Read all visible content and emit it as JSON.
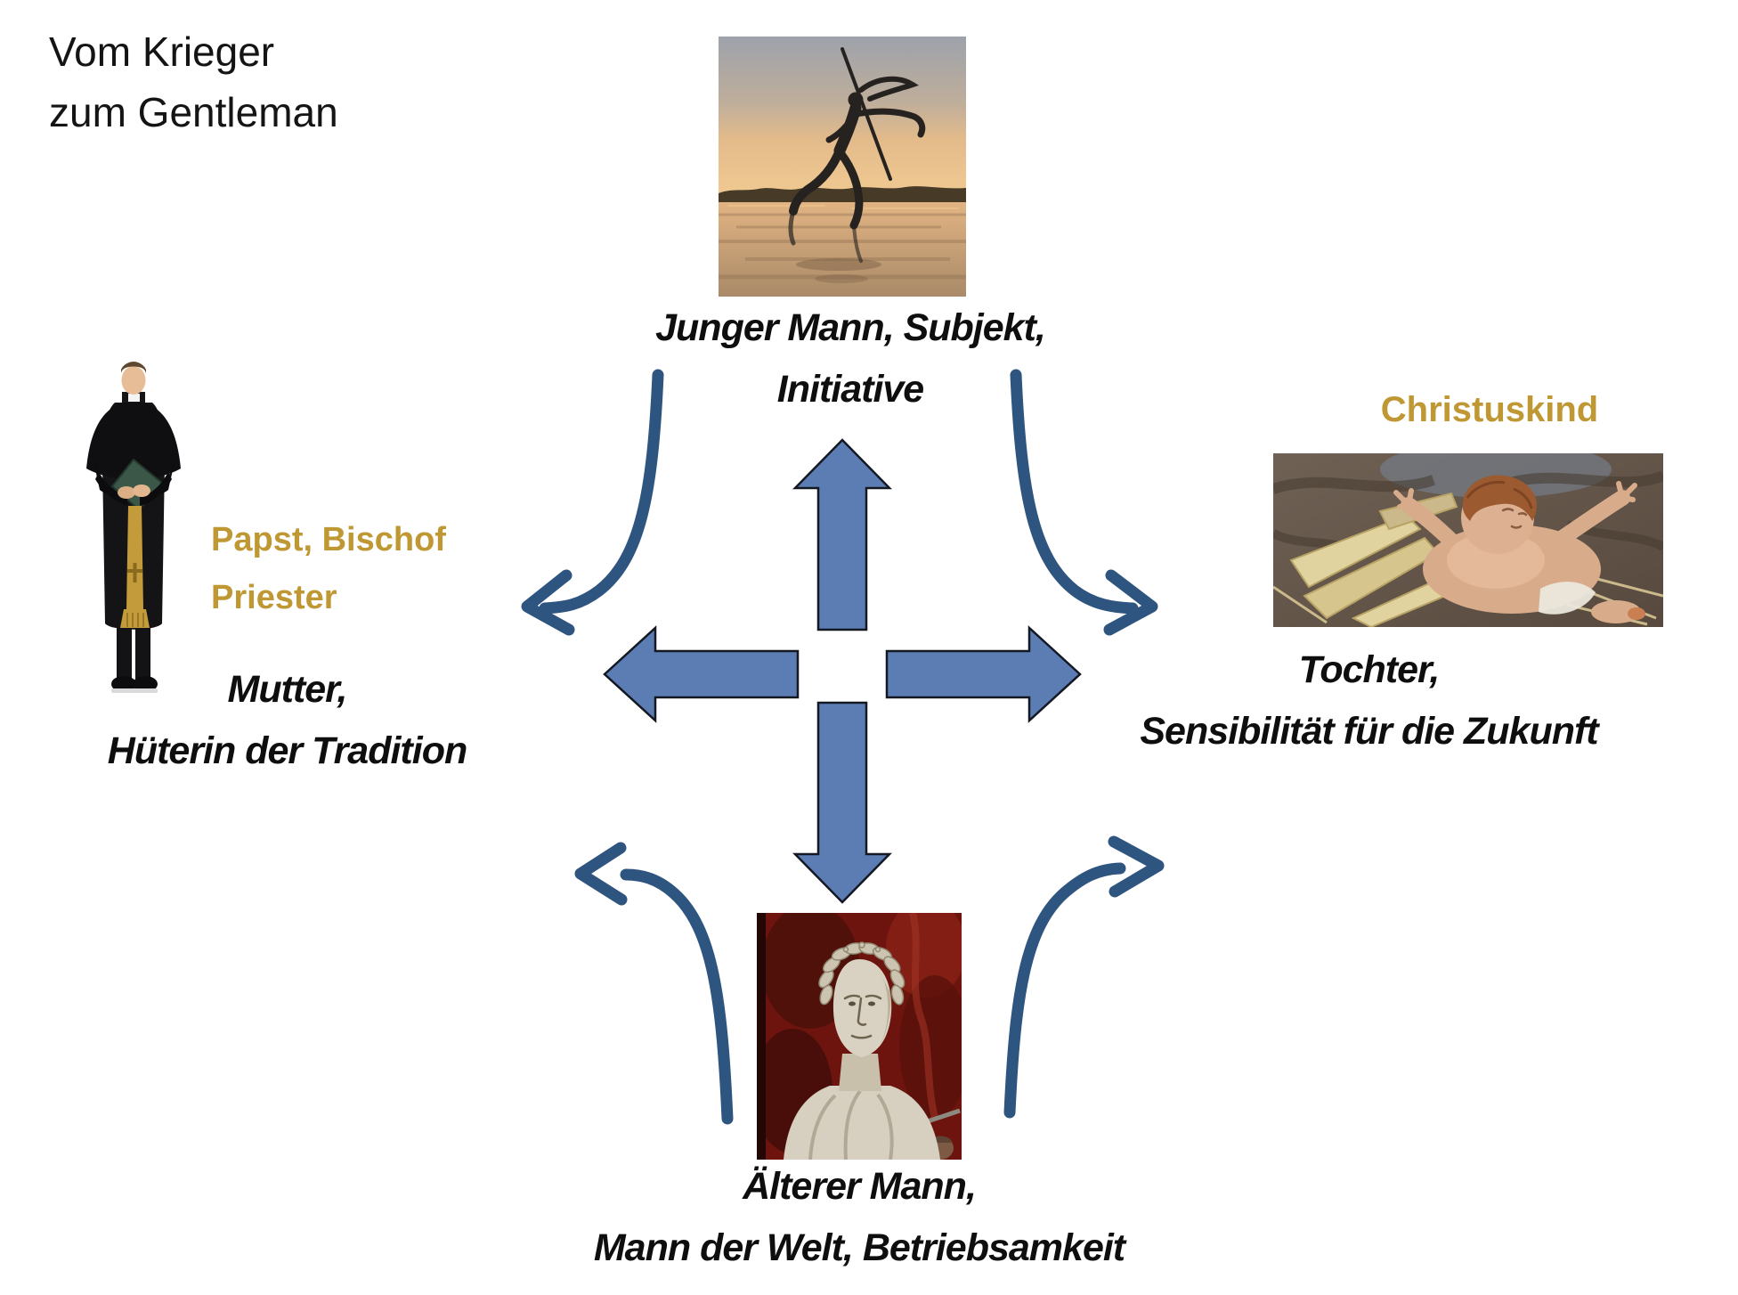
{
  "title": {
    "line1": "Vom Krieger",
    "line2": "zum Gentleman"
  },
  "top_node": {
    "caption": [
      "Junger Mann, Subjekt,",
      "Initiative"
    ],
    "image": "wire-figure-leaping-over-water-at-sunset"
  },
  "left_node": {
    "gold_label": [
      "Papst, Bischof",
      "Priester"
    ],
    "caption": [
      "Mutter,",
      "Hüterin der Tradition"
    ],
    "image": "priest-in-black-cassock-holding-green-book"
  },
  "right_node": {
    "gold_label": "Christuskind",
    "caption": [
      "Tochter,",
      "Sensibilität für die Zukunft"
    ],
    "image": "christ-child-figurine-in-straw-manger"
  },
  "bottom_node": {
    "caption": [
      "Älterer Mann,",
      "Mann der Welt, Betriebsamkeit"
    ],
    "image": "caesar-marble-statue-laurel-wreath-red-background"
  },
  "arrows": {
    "cross_directions": [
      "up",
      "down",
      "left",
      "right"
    ],
    "curved_connectors": [
      "top-to-left",
      "top-to-right",
      "bottom-to-left",
      "bottom-to-right"
    ]
  },
  "colors": {
    "gold": "#BF9733",
    "block_arrow_fill": "#5B7DB3",
    "block_arrow_border": "#141823",
    "connector_blue": "#2E5480",
    "text": "#121212"
  }
}
